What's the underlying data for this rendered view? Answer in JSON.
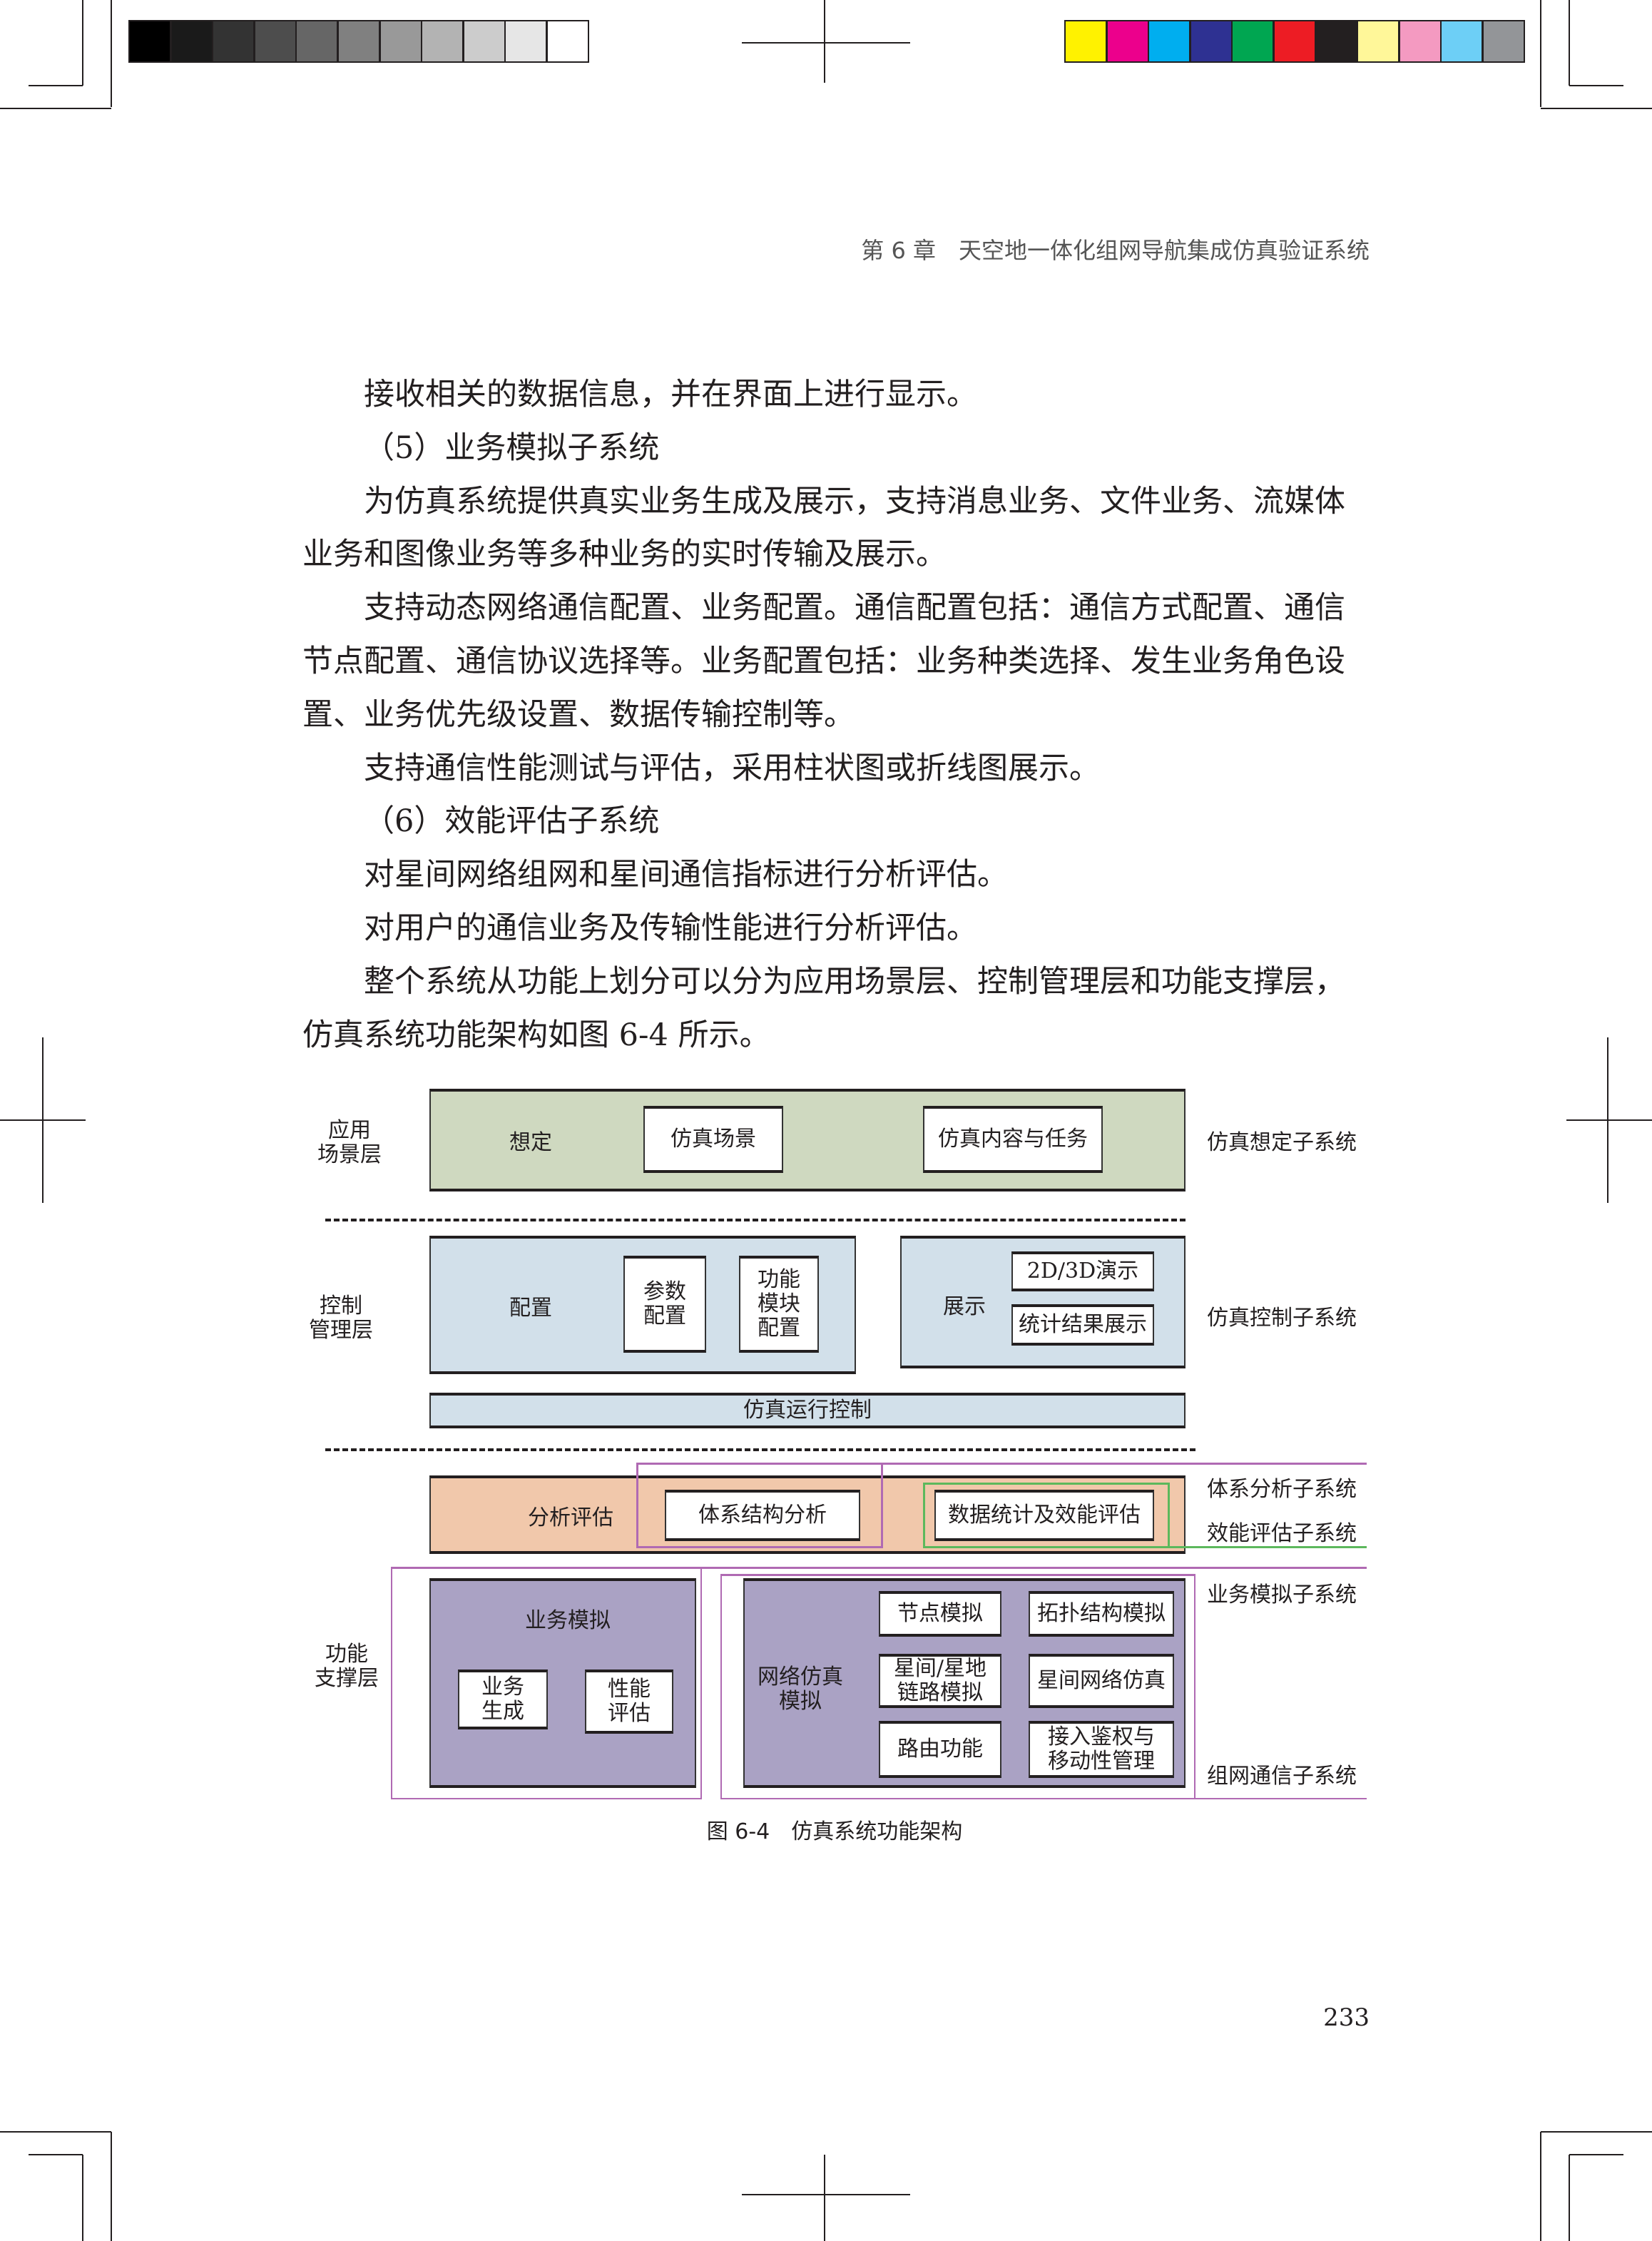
{
  "colors": {
    "gray_swatches": [
      "#000000",
      "#1a1a1a",
      "#333333",
      "#4d4d4d",
      "#666666",
      "#808080",
      "#999999",
      "#b3b3b3",
      "#cccccc",
      "#e6e6e6",
      "#ffffff"
    ],
    "color_swatches": [
      "#fff200",
      "#ec008c",
      "#00aeef",
      "#2e3192",
      "#00a651",
      "#ed1c24",
      "#231f20",
      "#fff799",
      "#f49ac1",
      "#6dcff6",
      "#939598"
    ],
    "scenario_fill": "#cfd9c0",
    "control_fill": "#d2e0ea",
    "analysis_fill": "#f1c8ab",
    "support_fill": "#aaa2c4",
    "purple_outline": "#b06ab3",
    "green_outline": "#5cb85c"
  },
  "header": {
    "chapter": "第 6 章　天空地一体化组网导航集成仿真验证系统"
  },
  "body": {
    "paragraphs": [
      "接收相关的数据信息，并在界面上进行显示。",
      "（5）业务模拟子系统",
      "为仿真系统提供真实业务生成及展示，支持消息业务、文件业务、流媒体",
      "业务和图像业务等多种业务的实时传输及展示。",
      "支持动态网络通信配置、业务配置。通信配置包括：通信方式配置、通信",
      "节点配置、通信协议选择等。业务配置包括：业务种类选择、发生业务角色设",
      "置、业务优先级设置、数据传输控制等。",
      "支持通信性能测试与评估，采用柱状图或折线图展示。",
      "（6）效能评估子系统",
      "对星间网络组网和星间通信指标进行分析评估。",
      "对用户的通信业务及传输性能进行分析评估。",
      "整个系统从功能上划分可以分为应用场景层、控制管理层和功能支撑层，",
      "仿真系统功能架构如图 6-4 所示。"
    ]
  },
  "diagram": {
    "layers": {
      "scenario": "应用\n场景层",
      "control": "控制\n管理层",
      "support": "功能\n支撑层"
    },
    "scenario": {
      "title": "想定",
      "box1": "仿真场景",
      "box2": "仿真内容与任务"
    },
    "control": {
      "config_title": "配置",
      "param_config": "参数\n配置",
      "module_config": "功能\n模块\n配置",
      "display_title": "展示",
      "demo": "2D/3D演示",
      "stats_display": "统计结果展示",
      "run_control": "仿真运行控制"
    },
    "analysis": {
      "title": "分析评估",
      "arch": "体系结构分析",
      "stats_eval": "数据统计及效能评估"
    },
    "business": {
      "title": "业务模拟",
      "gen": "业务\n生成",
      "perf": "性能\n评估"
    },
    "network": {
      "title": "网络仿真\n模拟",
      "node": "节点模拟",
      "topo": "拓扑结构模拟",
      "link": "星间/星地\n链路模拟",
      "isl": "星间网络仿真",
      "routing": "路由功能",
      "access": "接入鉴权与\n移动性管理"
    },
    "subsystems": {
      "scenario": "仿真想定子系统",
      "control": "仿真控制子系统",
      "arch": "体系分析子系统",
      "eval": "效能评估子系统",
      "business": "业务模拟子系统",
      "network": "组网通信子系统"
    },
    "caption": "图 6-4　仿真系统功能架构"
  },
  "page_number": "233"
}
